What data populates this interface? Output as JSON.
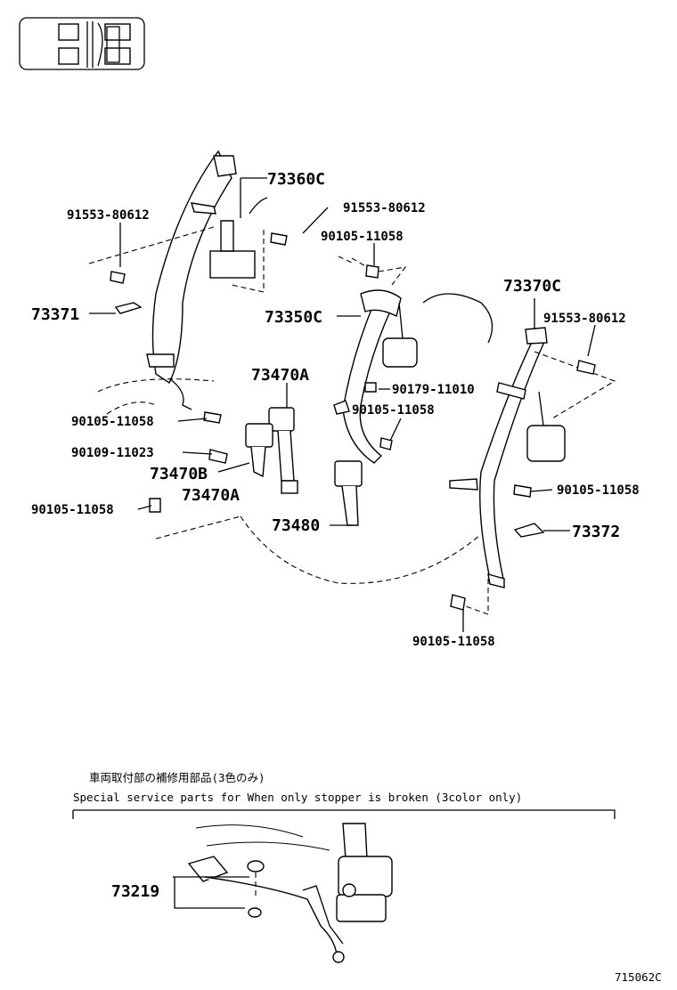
{
  "labels": {
    "p73360C": "73360C",
    "p91553_a": "91553-80612",
    "p91553_b": "91553-80612",
    "p91553_c": "91553-80612",
    "p90105_a": "90105-11058",
    "p73371": "73371",
    "p73350C": "73350C",
    "p73370C": "73370C",
    "p73470A_a": "73470A",
    "p90179": "90179-11010",
    "p90105_b": "90105-11058",
    "p90105_c": "90105-11058",
    "p90109": "90109-11023",
    "p73470B": "73470B",
    "p73470A_b": "73470A",
    "p90105_d": "90105-11058",
    "p73480": "73480",
    "p90105_e": "90105-11058",
    "p73372": "73372",
    "p90105_f": "90105-11058",
    "p73219": "73219"
  },
  "note": {
    "japanese": "車両取付部の補修用部品(3色のみ)",
    "english": "Special  service  parts  for  When  only  stopper  is  broken  (3color  only)"
  },
  "diagram_id": "715062C",
  "icons": {
    "vehicle": "vehicle-seat-layout-icon"
  }
}
